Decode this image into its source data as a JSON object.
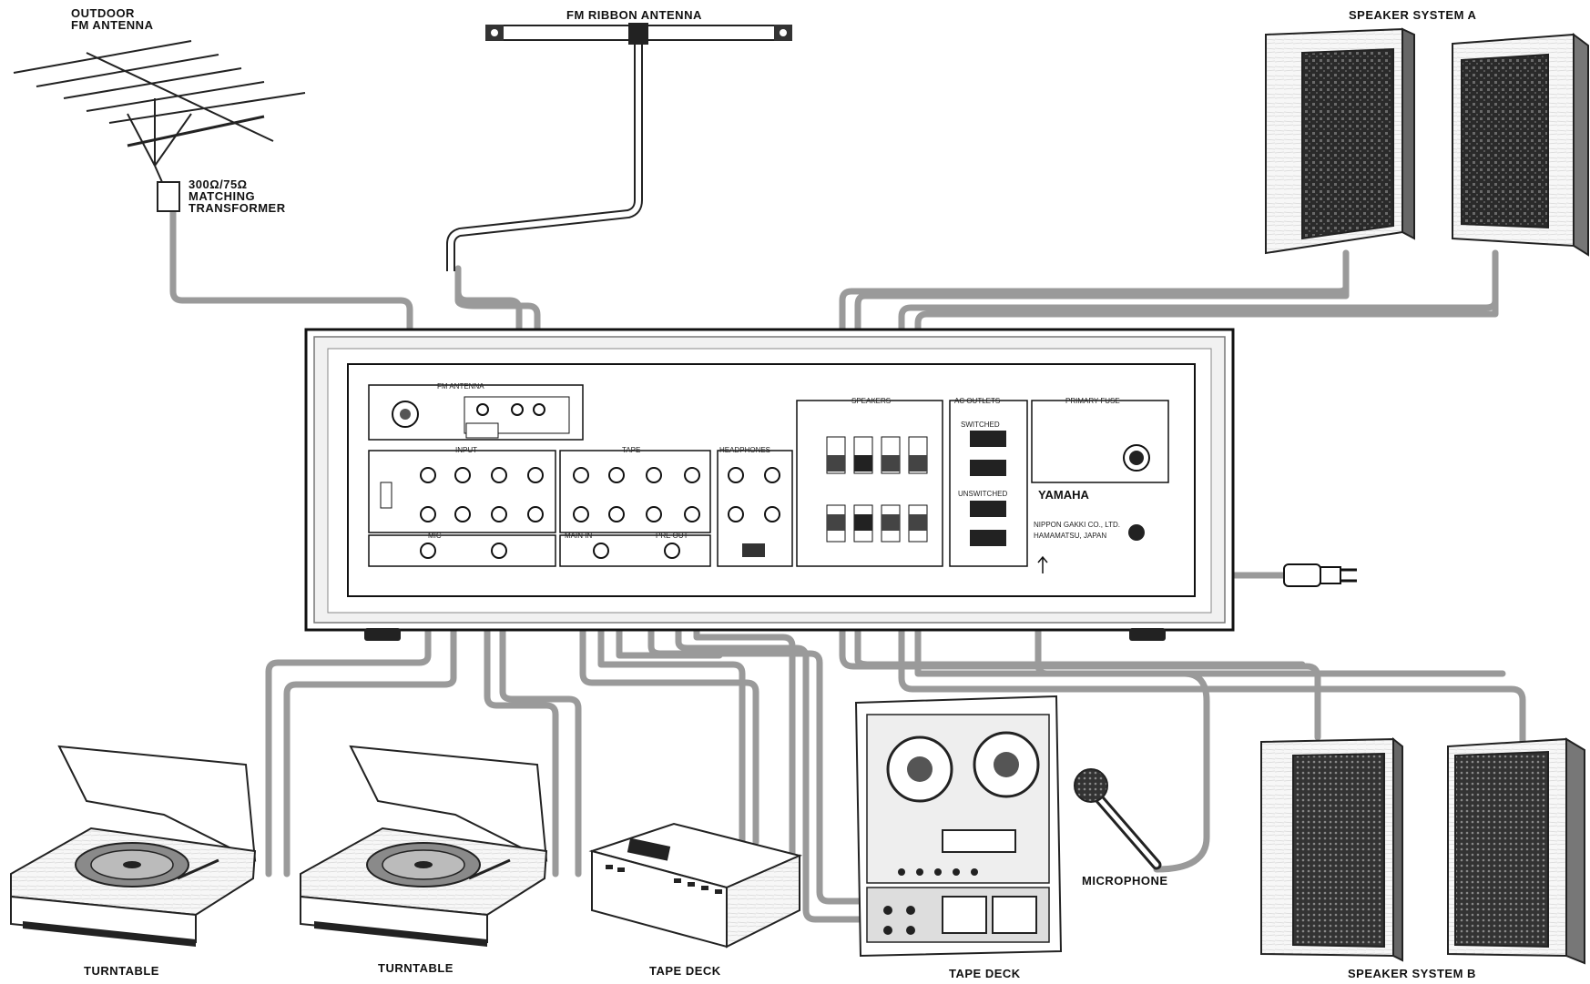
{
  "labels": {
    "outdoor_fm_antenna": [
      "OUTDOOR",
      "FM ANTENNA"
    ],
    "matching_transformer": [
      "300Ω/75Ω",
      "MATCHING",
      "TRANSFORMER"
    ],
    "fm_ribbon_antenna": "FM RIBBON ANTENNA",
    "speaker_system_a": "SPEAKER SYSTEM A",
    "speaker_system_b": "SPEAKER SYSTEM B",
    "turntable_1": "TURNTABLE",
    "turntable_2": "TURNTABLE",
    "tape_deck_cassette": "TAPE DECK",
    "tape_deck_reel": "TAPE DECK",
    "microphone": "MICROPHONE"
  },
  "receiver_panel": {
    "fm_antenna": "FM ANTENNA",
    "input": "INPUT",
    "tape": "TAPE",
    "speakers": "SPEAKERS",
    "ac_outlets": "AC OUTLETS",
    "switched": "SWITCHED",
    "unswitched": "UNSWITCHED",
    "primary_fuse": "PRIMARY FUSE",
    "mic": "MIC",
    "main_in": "MAIN IN",
    "pre_out": "PRE OUT",
    "headphones": "HEADPHONES",
    "brand": "YAMAHA",
    "maker": [
      "NIPPON GAKKI CO., LTD.",
      "HAMAMATSU, JAPAN"
    ]
  },
  "colors": {
    "cable": "#9a9a9a",
    "ink": "#111111",
    "panel": "#ffffff"
  }
}
